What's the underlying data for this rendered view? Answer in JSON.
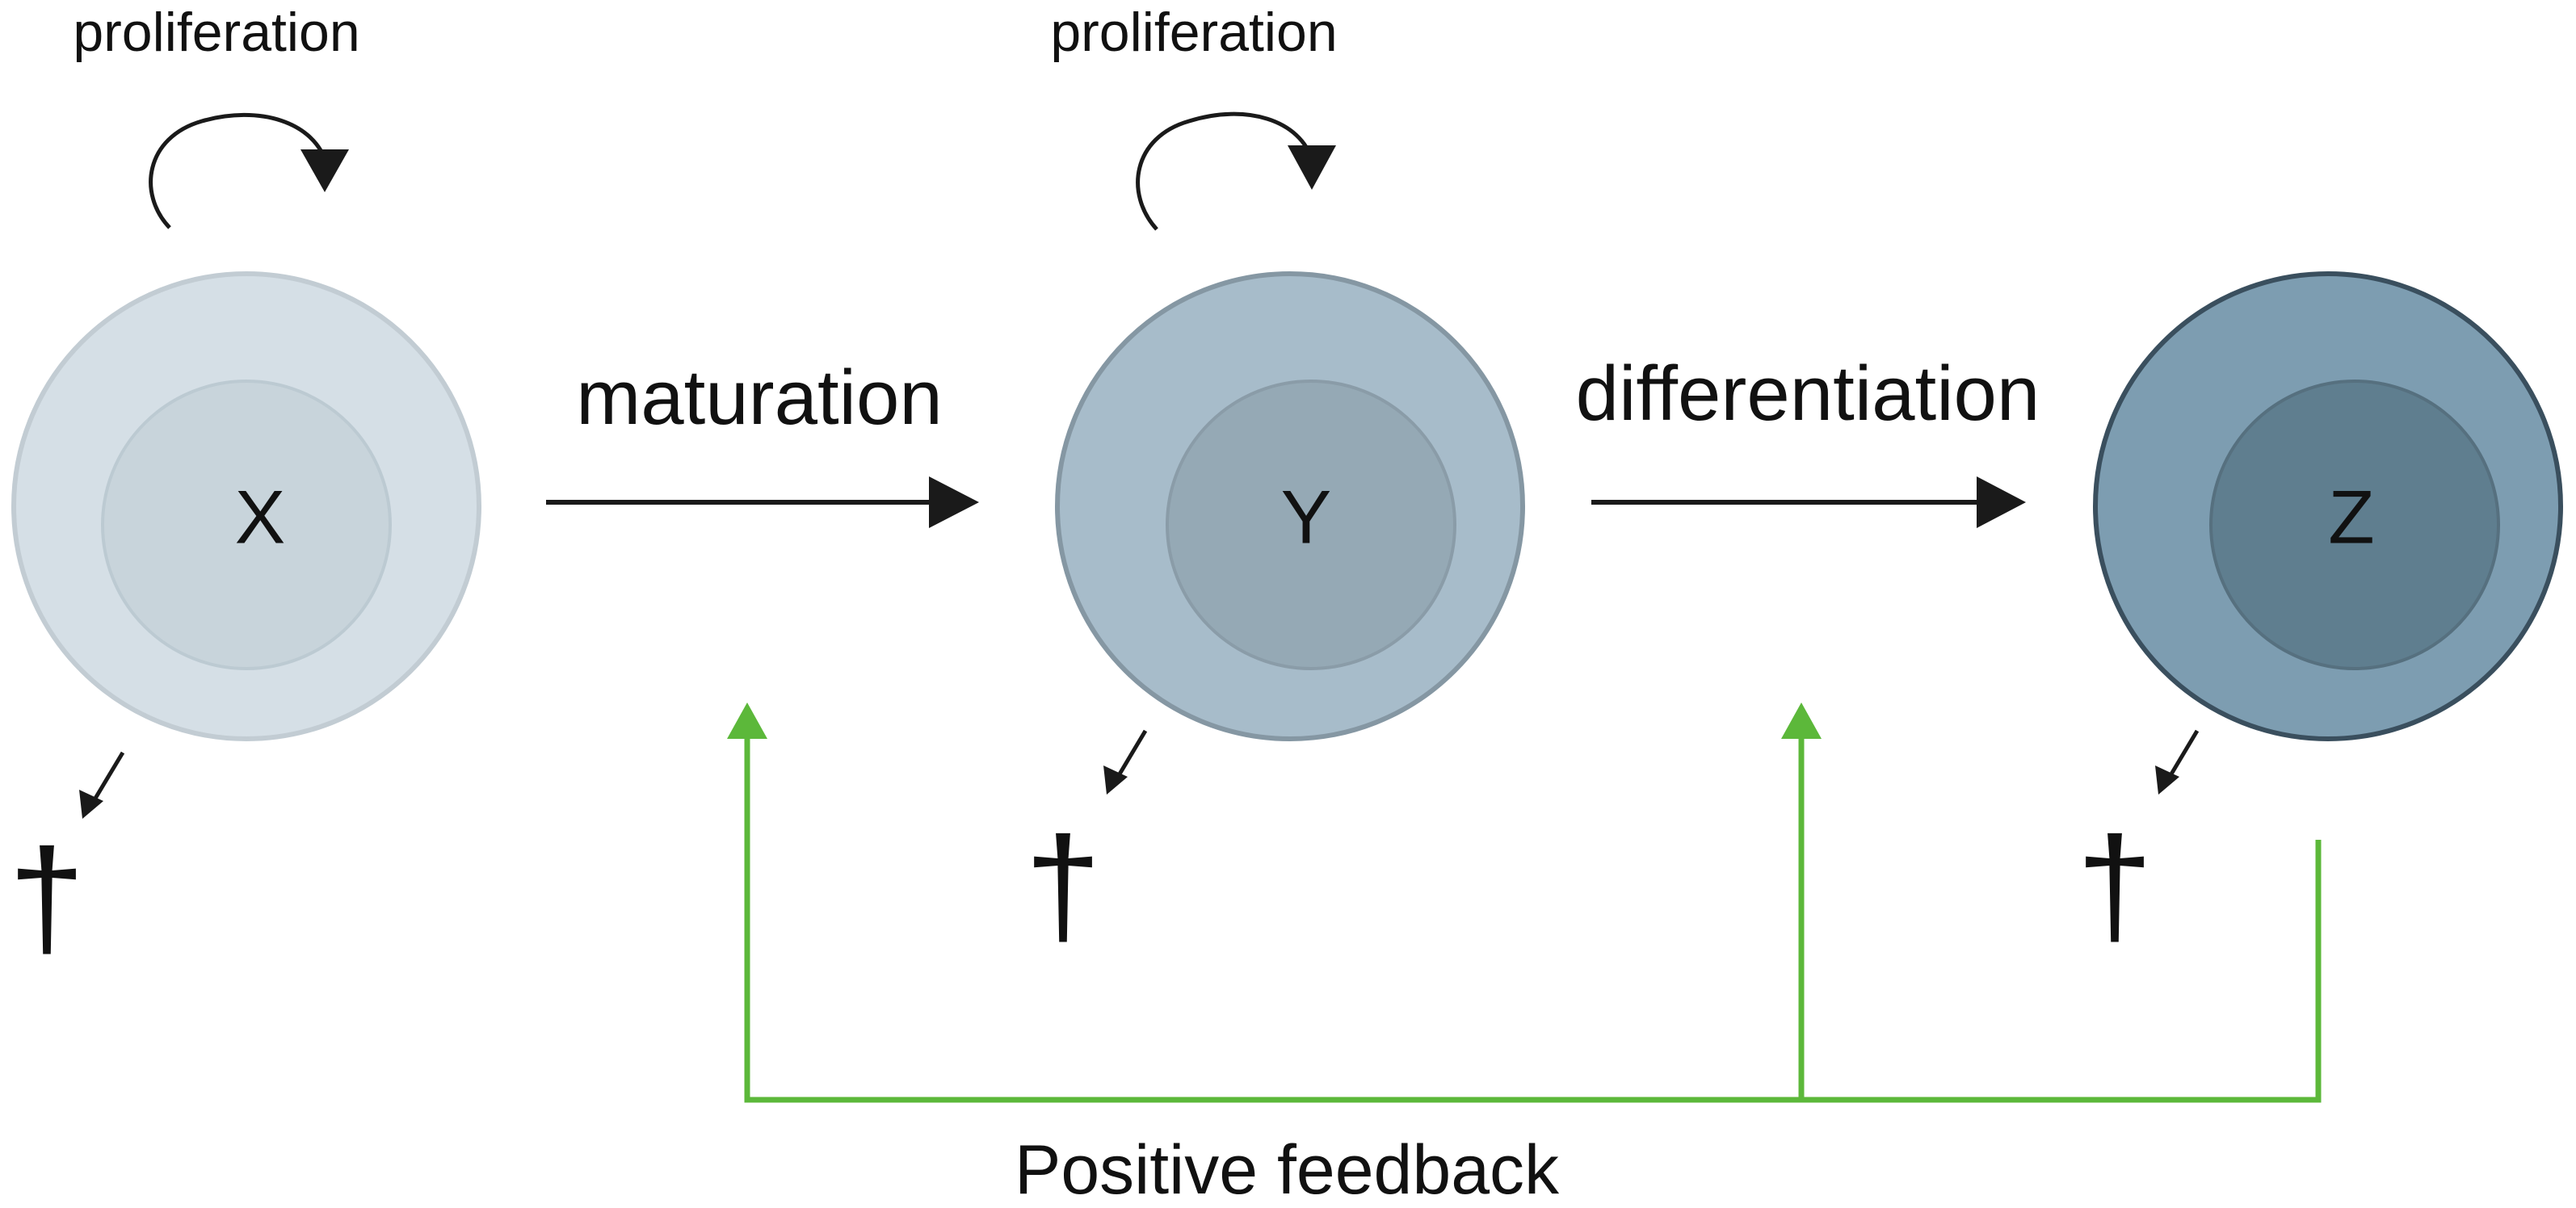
{
  "cells": [
    {
      "label": "X",
      "proliferation": "proliferation",
      "death": "†"
    },
    {
      "label": "Y",
      "proliferation": "proliferation",
      "death": "†"
    },
    {
      "label": "Z",
      "death": "†"
    }
  ],
  "transitions": [
    {
      "label": "maturation"
    },
    {
      "label": "differentiation"
    }
  ],
  "feedback": {
    "label": "Positive feedback"
  },
  "colors": {
    "cell_x_outer": "#d5dfe6",
    "cell_x_inner": "#c8d4db",
    "cell_y_outer": "#a7bcca",
    "cell_y_inner": "#95a9b5",
    "cell_z_outer": "#7d9db1",
    "cell_z_inner": "#5f7e8f",
    "feedback_line": "#5cb83a",
    "arrow": "#1a1a1a"
  }
}
